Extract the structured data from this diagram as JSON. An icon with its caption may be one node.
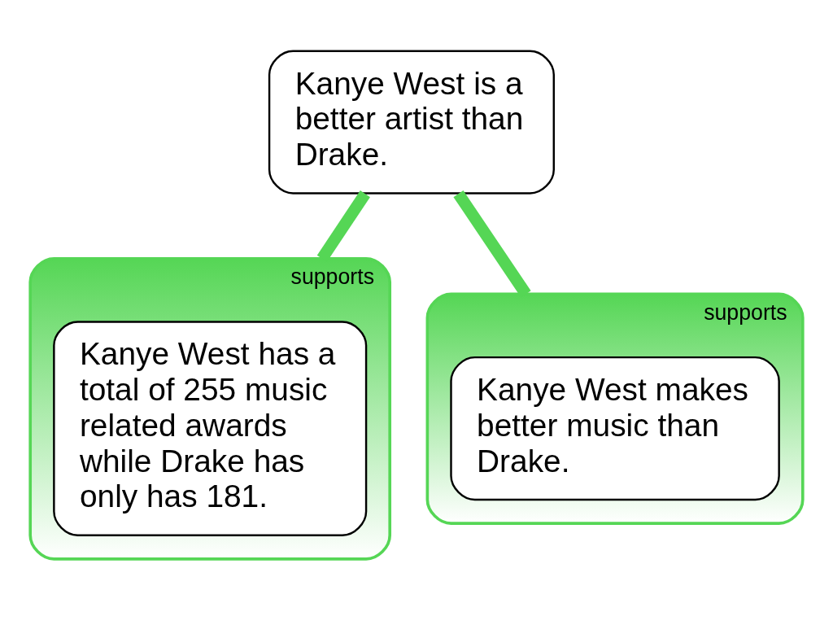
{
  "diagram": {
    "nodes": [
      {
        "text": [
          "Kanye West is a better artist than Drake."
        ]
      },
      {
        "text": [
          "supports"
        ]
      },
      {
        "text": [
          "Kanye West has a total of 255 music related awards while Drake has only has 181."
        ],
        "in": 1
      },
      {
        "text": [
          "supports"
        ]
      },
      {
        "text": [
          "Kanye West makes better music than Drake."
        ],
        "in": 3
      }
    ],
    "edges": [
      {
        "from": 1,
        "to": 0,
        "arrow": "none",
        "color": "#55d655"
      },
      {
        "from": 3,
        "to": 0,
        "arrow": "none",
        "color": "#55d655"
      }
    ]
  }
}
